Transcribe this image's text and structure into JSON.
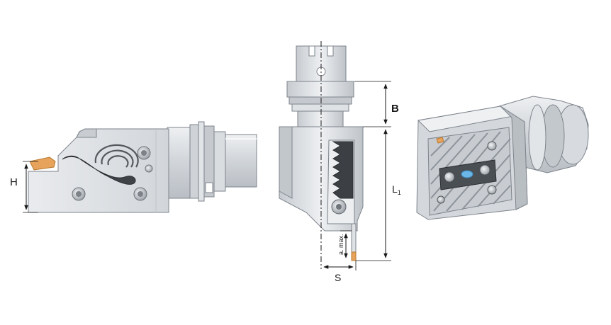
{
  "dimensions": {
    "H": "H",
    "B": "B",
    "L1_main": "L",
    "L1_sub": "1",
    "S": "S",
    "a_max": "a. max."
  },
  "colors": {
    "metal_light": "#e6e8eb",
    "metal_mid": "#c9cdd2",
    "metal_dark": "#9aa0a7",
    "insert_orange": "#e7a35b",
    "accent_blue": "#6ab6e6",
    "line": "#1a1a1a"
  }
}
